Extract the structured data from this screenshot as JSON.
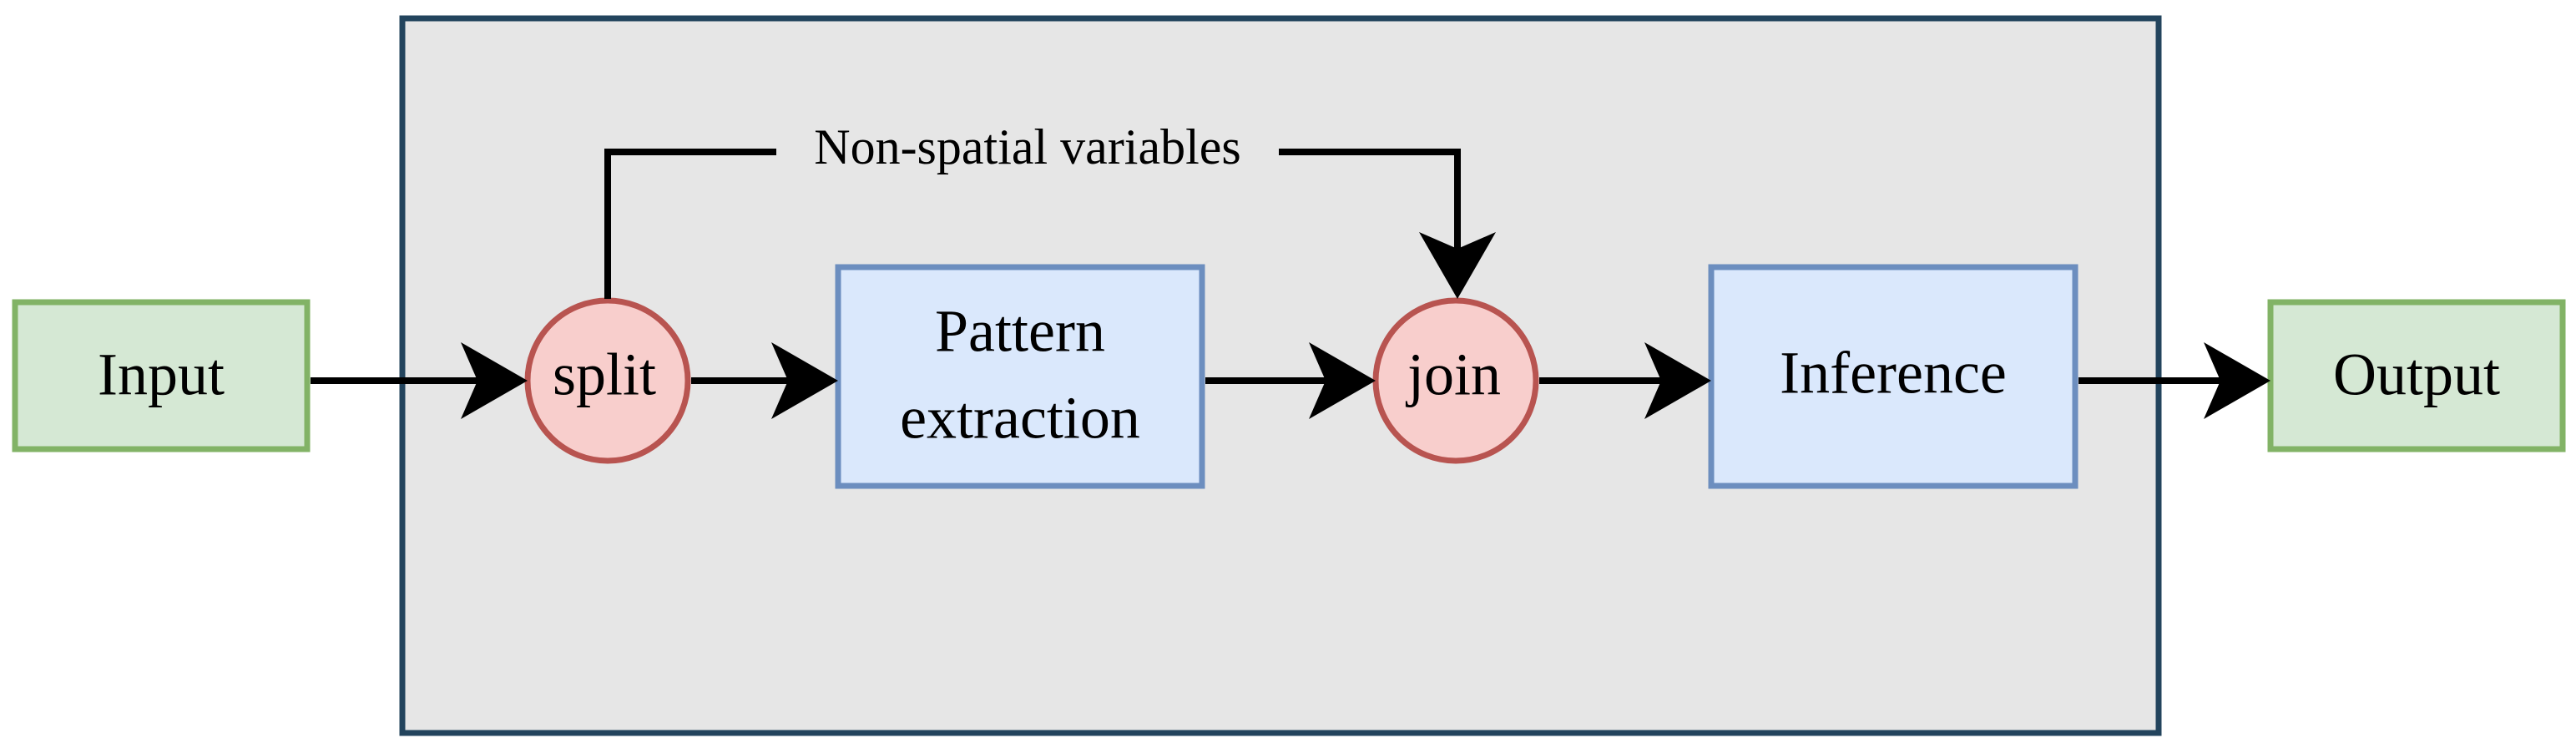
{
  "labels": {
    "input": "Input",
    "split": "split",
    "pattern_line1": "Pattern",
    "pattern_line2": "extraction",
    "join": "join",
    "inference": "Inference",
    "output": "Output",
    "non_spatial": "Non-spatial variables"
  },
  "colors": {
    "container_fill": "#e6e6e6",
    "container_stroke": "#23445d",
    "io_fill": "#d5e8d4",
    "io_stroke": "#82b366",
    "process_fill": "#dae8fc",
    "process_stroke": "#6c8ebf",
    "node_fill": "#f8cecc",
    "node_stroke": "#b85450",
    "arrow": "#000000"
  }
}
